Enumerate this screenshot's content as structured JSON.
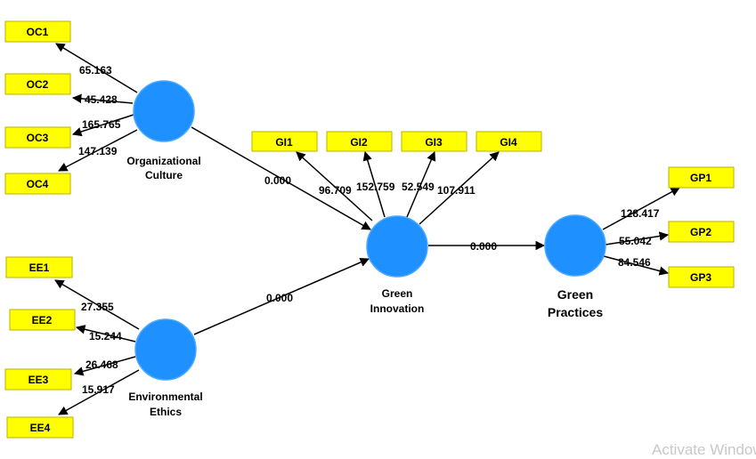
{
  "indicators": {
    "OC1": "OC1",
    "OC2": "OC2",
    "OC3": "OC3",
    "OC4": "OC4",
    "EE1": "EE1",
    "EE2": "EE2",
    "EE3": "EE3",
    "EE4": "EE4",
    "GI1": "GI1",
    "GI2": "GI2",
    "GI3": "GI3",
    "GI4": "GI4",
    "GP1": "GP1",
    "GP2": "GP2",
    "GP3": "GP3"
  },
  "latents": {
    "oc": [
      "Organizational",
      "Culture"
    ],
    "ee": [
      "Environmental",
      "Ethics"
    ],
    "gi": [
      "Green",
      "Innovation"
    ],
    "gp": [
      "Green",
      "Practices"
    ]
  },
  "loadings": {
    "oc1": "65.163",
    "oc2": "45.428",
    "oc3": "165.765",
    "oc4": "147.139",
    "ee1": "27.355",
    "ee2": "15.244",
    "ee3": "26.468",
    "ee4": "15.917",
    "gi1": "96.709",
    "gi2": "152.759",
    "gi3": "52.549",
    "gi4": "107.911",
    "gp1": "128.417",
    "gp2": "55.042",
    "gp3": "84.546"
  },
  "paths": {
    "oc_gi": "0.000",
    "ee_gi": "0.000",
    "gi_gp": "0.000"
  },
  "watermark": "Activate Windows"
}
